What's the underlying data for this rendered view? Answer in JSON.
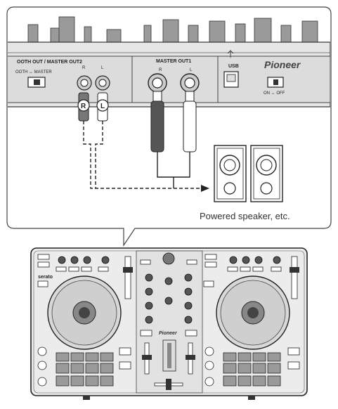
{
  "panel": {
    "out2_label": "OOTH OUT / MASTER OUT2",
    "out2_switch_label": "OOTH ↔ MASTER",
    "out2_r": "R",
    "out2_l": "L",
    "out1_label": "MASTER OUT1",
    "out1_r": "R",
    "out1_l": "L",
    "usb_label": "USB",
    "brand": "Pioneer",
    "power_label": "ON ↔ OFF"
  },
  "plugs": {
    "r": "R",
    "l": "L"
  },
  "caption": "Powered speaker, etc.",
  "controller": {
    "brand": "Pioneer",
    "left_deck_logo": "serato"
  }
}
